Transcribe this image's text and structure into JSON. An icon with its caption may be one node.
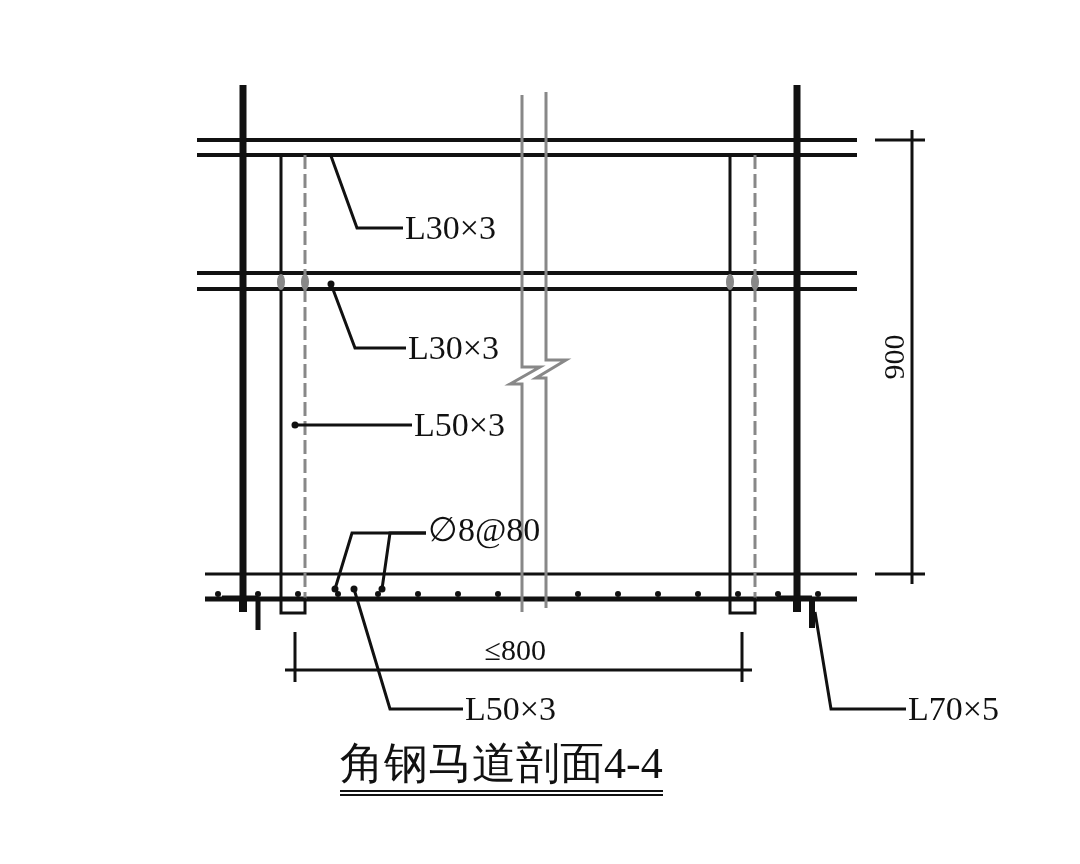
{
  "diagram": {
    "title": "角钢马道剖面4-4",
    "nodes": [
      {
        "text": [
          "L30×3"
        ]
      },
      {
        "text": [
          "L30×3"
        ]
      },
      {
        "text": [
          "L50×3"
        ]
      },
      {
        "text": [
          "∅8@80"
        ]
      },
      {
        "text": [
          "L50×3"
        ]
      },
      {
        "text": [
          "L70×5"
        ]
      }
    ],
    "edges": [
      {
        "from": 0,
        "to": null,
        "arrow": "none"
      },
      {
        "from": 1,
        "to": null,
        "arrow": "other"
      },
      {
        "from": 2,
        "to": null,
        "arrow": "other"
      },
      {
        "from": 3,
        "to": null,
        "arrow": "other"
      },
      {
        "from": 3,
        "to": null,
        "arrow": "other"
      },
      {
        "from": 4,
        "to": null,
        "arrow": "other"
      },
      {
        "from": 5,
        "to": null,
        "arrow": "none"
      }
    ],
    "labels": [
      "900",
      "≤800"
    ]
  }
}
